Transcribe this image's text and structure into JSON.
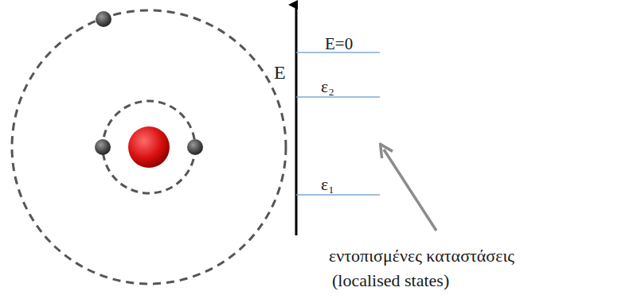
{
  "diagram": {
    "labels": [
      "E",
      "E=0",
      "ε₂",
      "ε₁",
      "εντοπισμένες καταστάσεις",
      "(localised states)"
    ]
  }
}
